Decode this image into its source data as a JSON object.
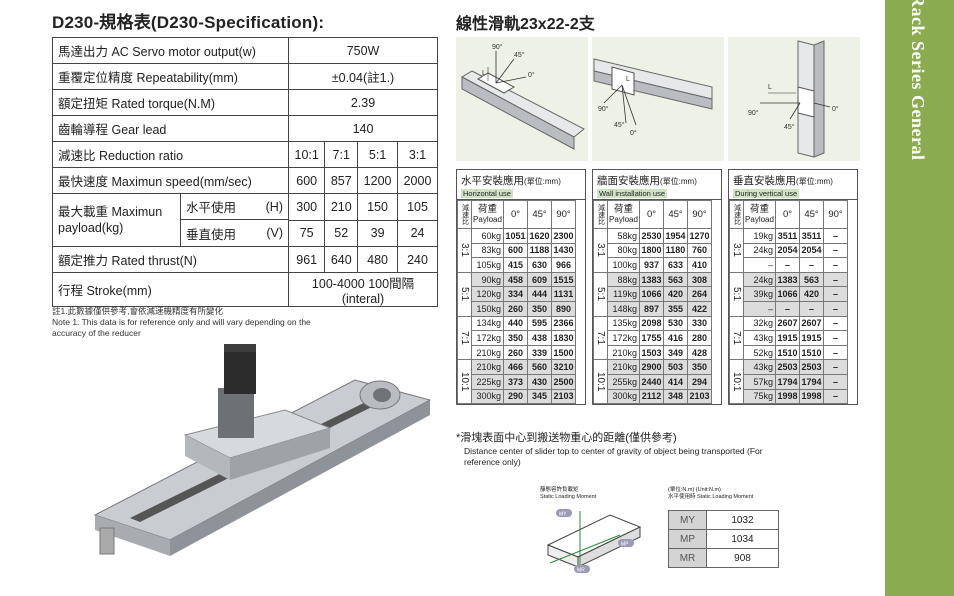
{
  "title": "D230-規格表(D230-Specification):",
  "rail_title": "線性滑軌23x22-2支",
  "spec": {
    "servo": {
      "label": "馬達出力 AC Servo motor output(w)",
      "value": "750W"
    },
    "repeat": {
      "label": "重覆定位精度  Repeatability(mm)",
      "value": "±0.04(註1.)"
    },
    "torque": {
      "label": "額定扭矩  Rated torque(N.M)",
      "value": "2.39"
    },
    "lead": {
      "label": "齒輪導程  Gear lead",
      "value": "140"
    },
    "reduction": {
      "label": "減速比  Reduction ratio",
      "values": [
        "10:1",
        "7:1",
        "5:1",
        "3:1"
      ]
    },
    "speed": {
      "label": "最快速度  Maximun speed(mm/sec)",
      "values": [
        "600",
        "857",
        "1200",
        "2000"
      ]
    },
    "payload": {
      "label": "最大載重 Maximun payload(kg)",
      "rows": [
        {
          "label": "水平使用",
          "unit": "(H)",
          "values": [
            "300",
            "210",
            "150",
            "105"
          ]
        },
        {
          "label": "垂直使用",
          "unit": "(V)",
          "values": [
            "75",
            "52",
            "39",
            "24"
          ]
        }
      ]
    },
    "thrust": {
      "label": "額定推力  Rated thrust(N)",
      "values": [
        "961",
        "640",
        "480",
        "240"
      ]
    },
    "stroke": {
      "label": "行程  Stroke(mm)",
      "value": "100-4000 100間隔(interal)"
    }
  },
  "note": {
    "zh": "註1.此數據僅供參考,會依減速機精度有所變化",
    "en": "Note 1. This data is for reference only and will vary depending on the accuracy of the reducer"
  },
  "diagram_angles": {
    "a90": "90°",
    "a45": "45°",
    "a0": "0°",
    "L": "L"
  },
  "tables": [
    {
      "title_zh": "水平安裝應用",
      "unit": "(單位:mm)",
      "title_en": "Horizontal use",
      "side": "減速比",
      "payload_zh": "荷重",
      "payload_en": "Payload",
      "cols": [
        "0°",
        "45°",
        "90°"
      ],
      "groups": [
        {
          "ratio": "3:1",
          "rows": [
            [
              "60kg",
              "1051",
              "1620",
              "2300"
            ],
            [
              "83kg",
              "600",
              "1188",
              "1430"
            ],
            [
              "105kg",
              "415",
              "630",
              "966"
            ]
          ]
        },
        {
          "ratio": "5:1",
          "rows": [
            [
              "90kg",
              "458",
              "609",
              "1515"
            ],
            [
              "120kg",
              "334",
              "444",
              "1131"
            ],
            [
              "150kg",
              "260",
              "350",
              "890"
            ]
          ]
        },
        {
          "ratio": "7:1",
          "rows": [
            [
              "134kg",
              "440",
              "595",
              "2366"
            ],
            [
              "172kg",
              "350",
              "438",
              "1830"
            ],
            [
              "210kg",
              "260",
              "339",
              "1500"
            ]
          ]
        },
        {
          "ratio": "10:1",
          "rows": [
            [
              "210kg",
              "466",
              "560",
              "3210"
            ],
            [
              "225kg",
              "373",
              "430",
              "2500"
            ],
            [
              "300kg",
              "290",
              "345",
              "2103"
            ]
          ]
        }
      ]
    },
    {
      "title_zh": "牆面安裝應用",
      "unit": "(單位:mm)",
      "title_en": "Wall installation use",
      "side": "減速比",
      "payload_zh": "荷重",
      "payload_en": "Payload",
      "cols": [
        "0°",
        "45°",
        "90°"
      ],
      "groups": [
        {
          "ratio": "3:1",
          "rows": [
            [
              "58kg",
              "2530",
              "1954",
              "1270"
            ],
            [
              "80kg",
              "1800",
              "1180",
              "760"
            ],
            [
              "100kg",
              "937",
              "633",
              "410"
            ]
          ]
        },
        {
          "ratio": "5:1",
          "rows": [
            [
              "88kg",
              "1383",
              "563",
              "308"
            ],
            [
              "119kg",
              "1066",
              "420",
              "264"
            ],
            [
              "148kg",
              "897",
              "355",
              "422"
            ]
          ]
        },
        {
          "ratio": "7:1",
          "rows": [
            [
              "135kg",
              "2098",
              "530",
              "330"
            ],
            [
              "172kg",
              "1755",
              "416",
              "280"
            ],
            [
              "210kg",
              "1503",
              "349",
              "428"
            ]
          ]
        },
        {
          "ratio": "10:1",
          "rows": [
            [
              "210kg",
              "2900",
              "503",
              "350"
            ],
            [
              "255kg",
              "2440",
              "414",
              "294"
            ],
            [
              "300kg",
              "2112",
              "348",
              "2103"
            ]
          ]
        }
      ]
    },
    {
      "title_zh": "垂直安裝應用",
      "unit": "(單位:mm)",
      "title_en": "During vertical use",
      "side": "減速比",
      "payload_zh": "荷重",
      "payload_en": "Payload",
      "cols": [
        "0°",
        "45°",
        "90°"
      ],
      "groups": [
        {
          "ratio": "3:1",
          "rows": [
            [
              "19kg",
              "3511",
              "3511",
              "–"
            ],
            [
              "24kg",
              "2054",
              "2054",
              "–"
            ],
            [
              "–",
              "–",
              "–",
              "–"
            ]
          ]
        },
        {
          "ratio": "5:1",
          "rows": [
            [
              "24kg",
              "1383",
              "563",
              "–"
            ],
            [
              "39kg",
              "1066",
              "420",
              "–"
            ],
            [
              "–",
              "–",
              "–",
              "–"
            ]
          ]
        },
        {
          "ratio": "7:1",
          "rows": [
            [
              "32kg",
              "2607",
              "2607",
              "–"
            ],
            [
              "43kg",
              "1915",
              "1915",
              "–"
            ],
            [
              "52kg",
              "1510",
              "1510",
              "–"
            ]
          ]
        },
        {
          "ratio": "10:1",
          "rows": [
            [
              "43kg",
              "2503",
              "2503",
              "–"
            ],
            [
              "57kg",
              "1794",
              "1794",
              "–"
            ],
            [
              "75kg",
              "1998",
              "1998",
              "–"
            ]
          ]
        }
      ]
    }
  ],
  "distance_note": {
    "zh": "*滑塊表面中心到搬送物重心的距離(僅供參考)",
    "en": "Distance center of slider top to center of gravity of object being transported (For reference only)"
  },
  "moment": {
    "label_zh": "靜態容許負載矩",
    "label_en": "Static Loading Moment",
    "unit": "(單位:N.m) (Unit:N.m)",
    "sub_zh": "水平使用時",
    "sub_en": "Static Loading Moment",
    "img_labels": [
      "MY",
      "MP",
      "MR"
    ],
    "rows": [
      {
        "k": "MY",
        "v": "1032"
      },
      {
        "k": "MP",
        "v": "1034"
      },
      {
        "k": "MR",
        "v": "908"
      }
    ]
  },
  "sidebar": {
    "text": "Rack Series General"
  }
}
